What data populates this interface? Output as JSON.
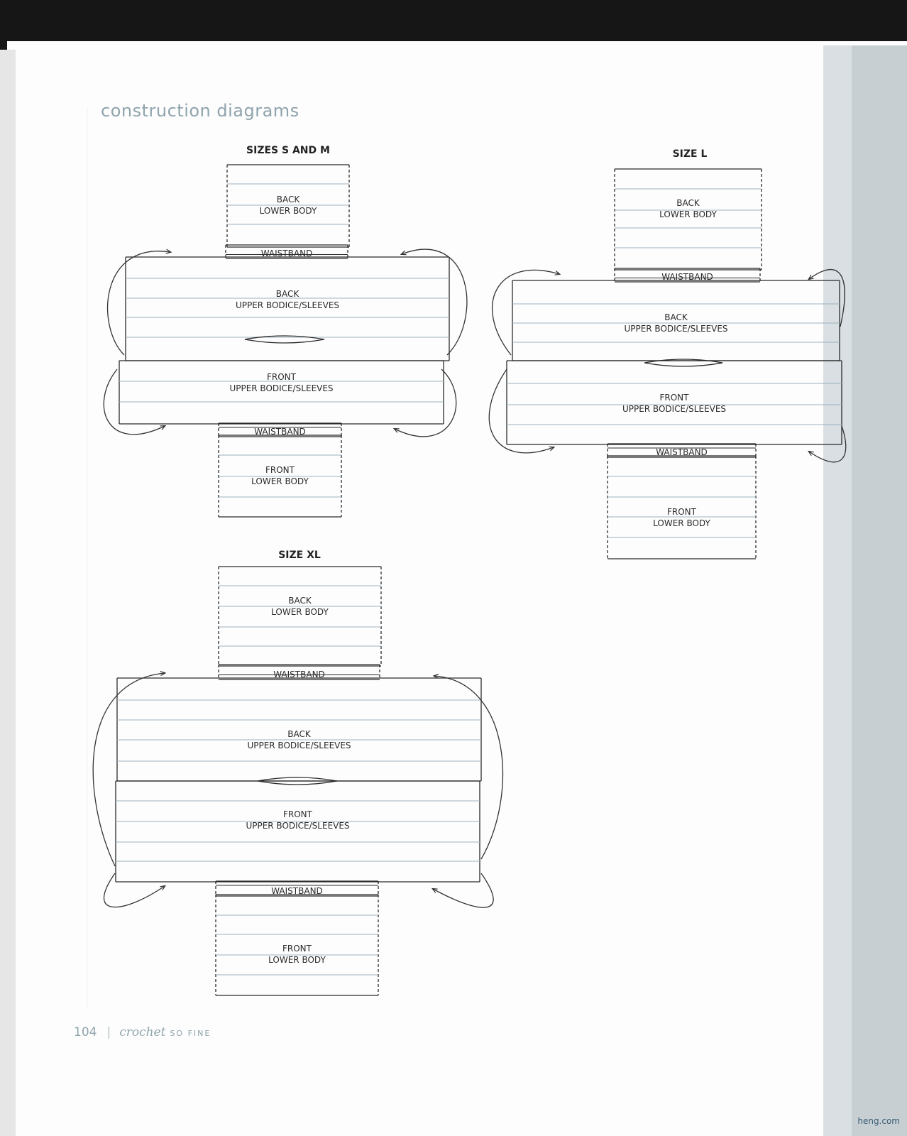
{
  "page": {
    "title": "construction diagrams",
    "page_number": "104",
    "book_title_italic": "crochet",
    "book_title_caps": "SO FINE",
    "watermark": "heng.com"
  },
  "diagrams": [
    {
      "title": "SIZES S AND M",
      "back_lower_body": [
        "BACK",
        "LOWER BODY"
      ],
      "waistband_top": "WAISTBAND",
      "back_upper": [
        "BACK",
        "UPPER BODICE/SLEEVES"
      ],
      "front_upper": [
        "FRONT",
        "UPPER BODICE/SLEEVES"
      ],
      "waistband_bottom": "WAISTBAND",
      "front_lower_body": [
        "FRONT",
        "LOWER BODY"
      ]
    },
    {
      "title": "SIZE L",
      "back_lower_body": [
        "BACK",
        "LOWER BODY"
      ],
      "waistband_top": "WAISTBAND",
      "back_upper": [
        "BACK",
        "UPPER BODICE/SLEEVES"
      ],
      "front_upper": [
        "FRONT",
        "UPPER BODICE/SLEEVES"
      ],
      "waistband_bottom": "WAISTBAND",
      "front_lower_body": [
        "FRONT",
        "LOWER BODY"
      ]
    },
    {
      "title": "SIZE XL",
      "back_lower_body": [
        "BACK",
        "LOWER BODY"
      ],
      "waistband_top": "WAISTBAND",
      "back_upper": [
        "BACK",
        "UPPER BODICE/SLEEVES"
      ],
      "front_upper": [
        "FRONT",
        "UPPER BODICE/SLEEVES"
      ],
      "waistband_bottom": "WAISTBAND",
      "front_lower_body": [
        "FRONT",
        "LOWER BODY"
      ]
    }
  ]
}
